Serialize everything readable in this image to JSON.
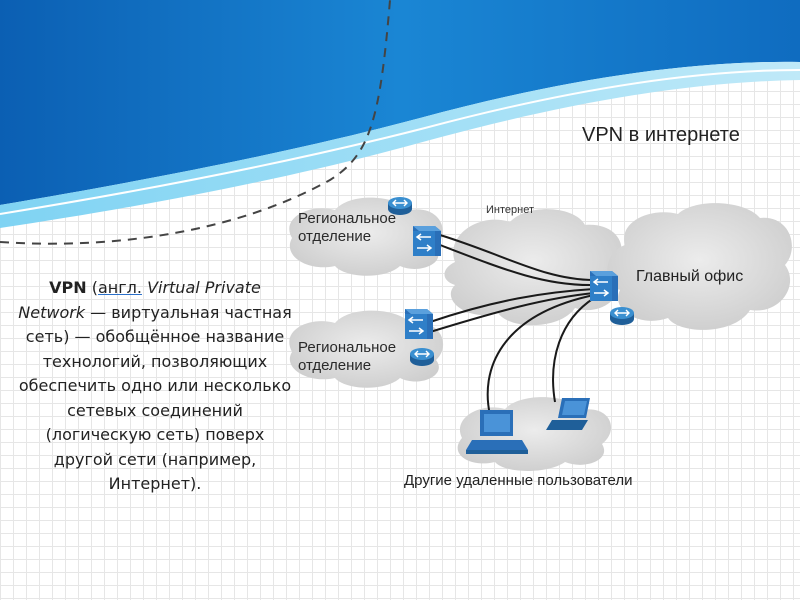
{
  "slide": {
    "title": "VPN в интернете",
    "colors": {
      "wave_dark": "#0a63b8",
      "wave_light": "#6ccaf0",
      "cloud": "#d6d6d6",
      "router": "#2f7fc0",
      "switch": "#2a6fb8"
    }
  },
  "diagram": {
    "regional_office_top": "Региональное отделение",
    "regional_office_bottom": "Региональное отделение",
    "internet": "Интернет",
    "main_office": "Главный офис",
    "remote_users": "Другие удаленные пользователи",
    "icons": [
      "router-icon",
      "switch-icon",
      "desktop-computer-icon",
      "laptop-icon",
      "cloud-icon"
    ]
  },
  "definition": {
    "term": "VPN",
    "open": " (",
    "abbr": "англ.",
    "space": " ",
    "english": "Virtual Private Network",
    "rest": " — виртуальная частная сеть) — обобщённое название технологий, позволяющих обеспечить одно или несколько сетевых соединений (логическую сеть) поверх другой сети (например, Интернет)."
  }
}
